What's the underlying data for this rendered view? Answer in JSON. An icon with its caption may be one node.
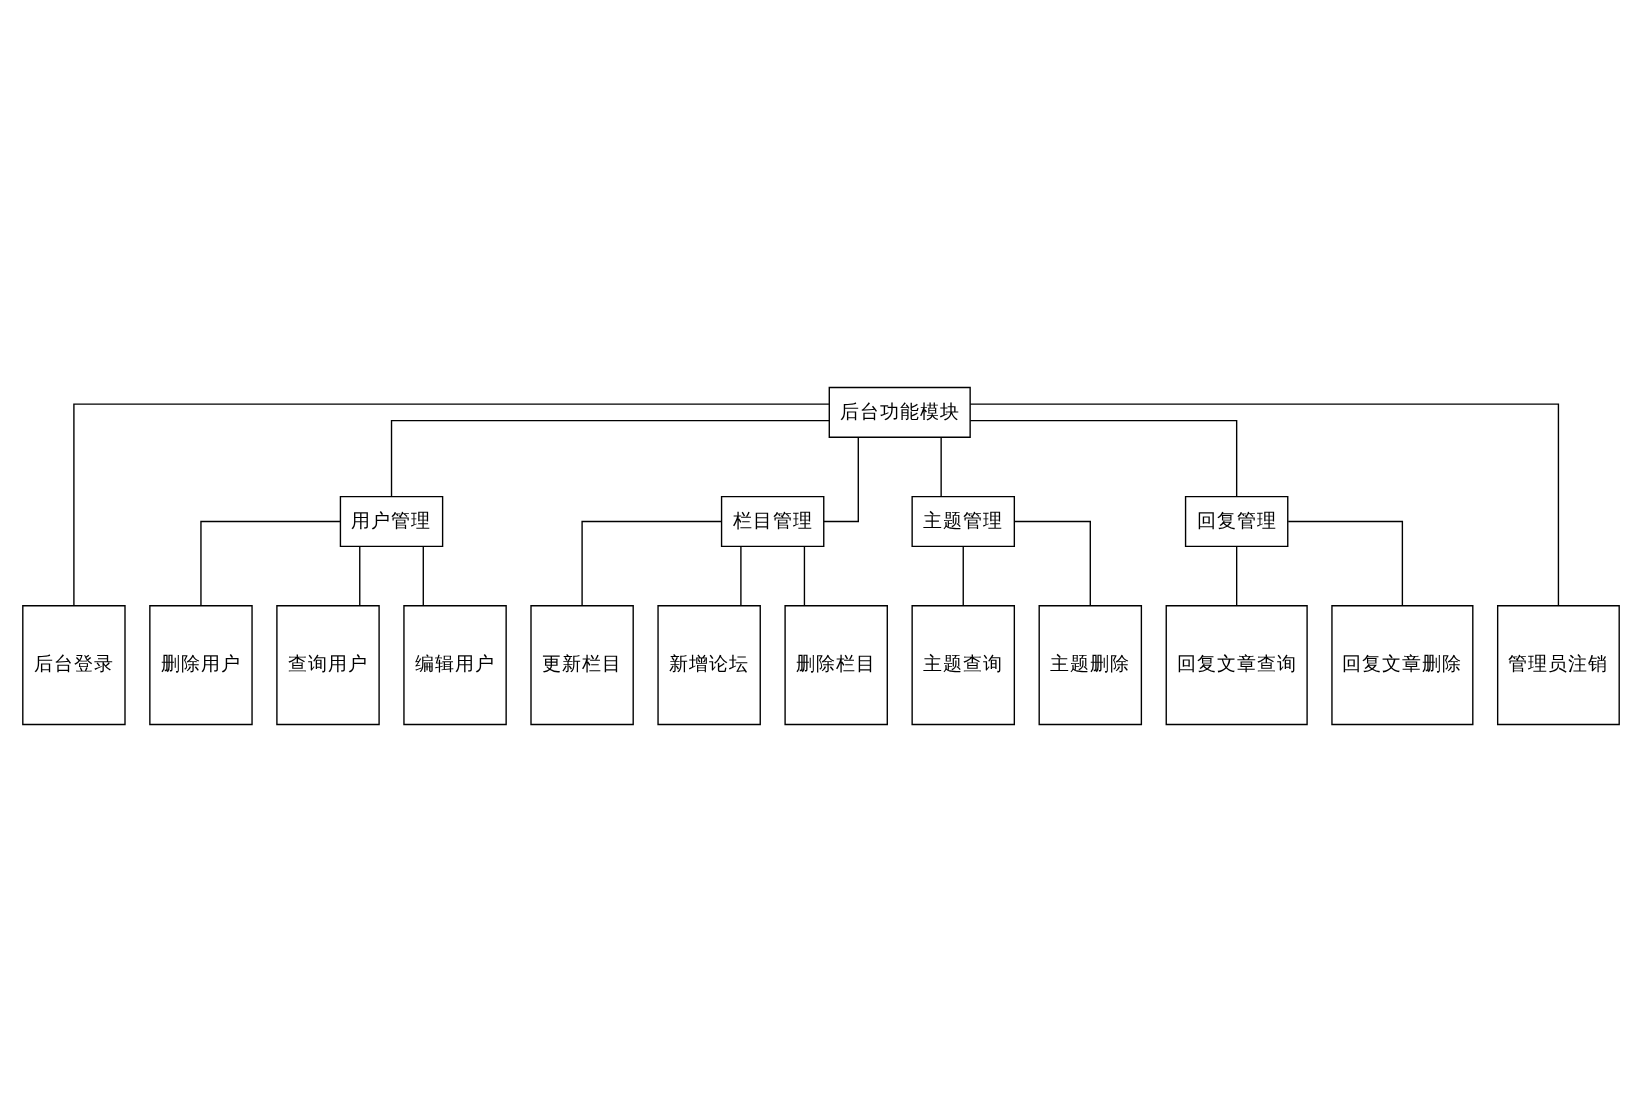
{
  "diagram": {
    "nodes": [
      {
        "text": [
          "后台功能模块"
        ]
      },
      {
        "text": [
          "用户管理"
        ]
      },
      {
        "text": [
          "栏目管理"
        ]
      },
      {
        "text": [
          "主题管理"
        ]
      },
      {
        "text": [
          "回复管理"
        ]
      },
      {
        "text": [
          "后台登录"
        ]
      },
      {
        "text": [
          "删除用户"
        ]
      },
      {
        "text": [
          "查询用户"
        ]
      },
      {
        "text": [
          "编辑用户"
        ]
      },
      {
        "text": [
          "更新栏目"
        ]
      },
      {
        "text": [
          "新增论坛"
        ]
      },
      {
        "text": [
          "删除栏目"
        ]
      },
      {
        "text": [
          "主题查询"
        ]
      },
      {
        "text": [
          "主题删除"
        ]
      },
      {
        "text": [
          "回复文章查询"
        ]
      },
      {
        "text": [
          "回复文章删除"
        ]
      },
      {
        "text": [
          "管理员注销"
        ]
      }
    ],
    "edges": [
      {
        "from": 0,
        "to": 5,
        "arrow": "none"
      },
      {
        "from": 0,
        "to": 1,
        "arrow": "none"
      },
      {
        "from": 0,
        "to": 2,
        "arrow": "none"
      },
      {
        "from": 0,
        "to": 3,
        "arrow": "none"
      },
      {
        "from": 0,
        "to": 4,
        "arrow": "none"
      },
      {
        "from": 0,
        "to": 16,
        "arrow": "none"
      },
      {
        "from": 1,
        "to": 6,
        "arrow": "none"
      },
      {
        "from": 1,
        "to": 7,
        "arrow": "none"
      },
      {
        "from": 1,
        "to": 8,
        "arrow": "none"
      },
      {
        "from": 2,
        "to": 9,
        "arrow": "none"
      },
      {
        "from": 2,
        "to": 10,
        "arrow": "none"
      },
      {
        "from": 2,
        "to": 11,
        "arrow": "none"
      },
      {
        "from": 3,
        "to": 12,
        "arrow": "none"
      },
      {
        "from": 3,
        "to": 13,
        "arrow": "none"
      },
      {
        "from": 4,
        "to": 14,
        "arrow": "none"
      },
      {
        "from": 4,
        "to": 15,
        "arrow": "none"
      }
    ]
  }
}
